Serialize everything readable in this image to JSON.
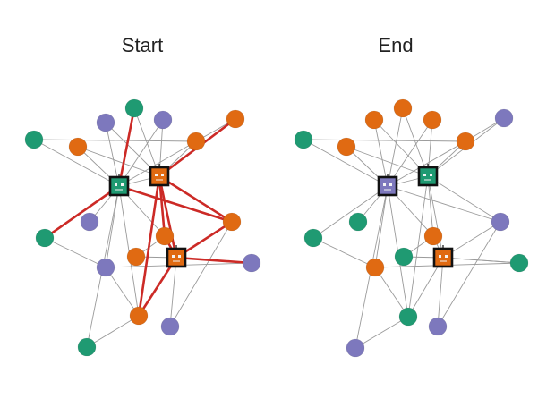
{
  "panels": {
    "start": {
      "title": "Start"
    },
    "end": {
      "title": "End"
    }
  },
  "colors": {
    "green": "#1f9a72",
    "orange": "#e06a12",
    "purple": "#7d78bd",
    "edge": "#9a9a9a",
    "highlight_edge": "#cc2a26",
    "bot_outline": "#111111"
  },
  "graph": {
    "nodes": [
      {
        "id": "n1",
        "start_color": "green",
        "end_color": "orange"
      },
      {
        "id": "n2",
        "start_color": "purple",
        "end_color": "orange"
      },
      {
        "id": "n3",
        "start_color": "purple",
        "end_color": "orange"
      },
      {
        "id": "n4",
        "start_color": "orange",
        "end_color": "purple"
      },
      {
        "id": "n5",
        "start_color": "green",
        "end_color": "green"
      },
      {
        "id": "n6",
        "start_color": "orange",
        "end_color": "orange"
      },
      {
        "id": "n7",
        "start_color": "orange",
        "end_color": "orange"
      },
      {
        "id": "n8",
        "start_color": "purple",
        "end_color": "green"
      },
      {
        "id": "n9",
        "start_color": "orange",
        "end_color": "purple"
      },
      {
        "id": "n10",
        "start_color": "green",
        "end_color": "green"
      },
      {
        "id": "n11",
        "start_color": "orange",
        "end_color": "orange"
      },
      {
        "id": "n12",
        "start_color": "orange",
        "end_color": "green"
      },
      {
        "id": "n13",
        "start_color": "purple",
        "end_color": "orange"
      },
      {
        "id": "n14",
        "start_color": "purple",
        "end_color": "green"
      },
      {
        "id": "n15",
        "start_color": "orange",
        "end_color": "green"
      },
      {
        "id": "n16",
        "start_color": "purple",
        "end_color": "purple"
      },
      {
        "id": "n17",
        "start_color": "green",
        "end_color": "purple"
      },
      {
        "id": "b1",
        "bot": true,
        "start_color": "green",
        "end_color": "purple"
      },
      {
        "id": "b2",
        "bot": true,
        "start_color": "orange",
        "end_color": "green"
      },
      {
        "id": "b3",
        "bot": true,
        "start_color": "orange",
        "end_color": "orange"
      }
    ],
    "edges": [
      {
        "from": "n1",
        "to": "b1",
        "start_highlight": true
      },
      {
        "from": "n1",
        "to": "b2"
      },
      {
        "from": "n2",
        "to": "b1"
      },
      {
        "from": "n2",
        "to": "b2"
      },
      {
        "from": "n3",
        "to": "b1"
      },
      {
        "from": "n3",
        "to": "b2"
      },
      {
        "from": "n4",
        "to": "b2",
        "start_highlight": true
      },
      {
        "from": "n4",
        "to": "n6"
      },
      {
        "from": "n5",
        "to": "n6"
      },
      {
        "from": "n5",
        "to": "b1"
      },
      {
        "from": "n6",
        "to": "b1"
      },
      {
        "from": "n6",
        "to": "b2"
      },
      {
        "from": "n7",
        "to": "b2"
      },
      {
        "from": "n7",
        "to": "b1"
      },
      {
        "from": "n8",
        "to": "b1"
      },
      {
        "from": "n9",
        "to": "b1",
        "start_highlight": true
      },
      {
        "from": "n9",
        "to": "b2",
        "start_highlight": true
      },
      {
        "from": "n9",
        "to": "b3",
        "start_highlight": true
      },
      {
        "from": "n9",
        "to": "n16"
      },
      {
        "from": "n10",
        "to": "b1",
        "start_highlight": true
      },
      {
        "from": "n10",
        "to": "n13"
      },
      {
        "from": "n11",
        "to": "b1"
      },
      {
        "from": "n11",
        "to": "b2",
        "start_highlight": true
      },
      {
        "from": "n11",
        "to": "b3",
        "start_highlight": true
      },
      {
        "from": "n11",
        "to": "n12"
      },
      {
        "from": "n12",
        "to": "b3"
      },
      {
        "from": "n13",
        "to": "b1"
      },
      {
        "from": "n13",
        "to": "n15"
      },
      {
        "from": "n13",
        "to": "n14"
      },
      {
        "from": "n14",
        "to": "b3",
        "start_highlight": true
      },
      {
        "from": "n15",
        "to": "b3",
        "start_highlight": true
      },
      {
        "from": "n15",
        "to": "n17"
      },
      {
        "from": "n15",
        "to": "b1"
      },
      {
        "from": "n15",
        "to": "b2",
        "start_highlight": true
      },
      {
        "from": "n16",
        "to": "b3"
      },
      {
        "from": "n17",
        "to": "b1"
      },
      {
        "from": "n14",
        "to": "b3"
      },
      {
        "from": "b1",
        "to": "b2"
      },
      {
        "from": "b2",
        "to": "b3",
        "start_highlight": true
      }
    ]
  }
}
